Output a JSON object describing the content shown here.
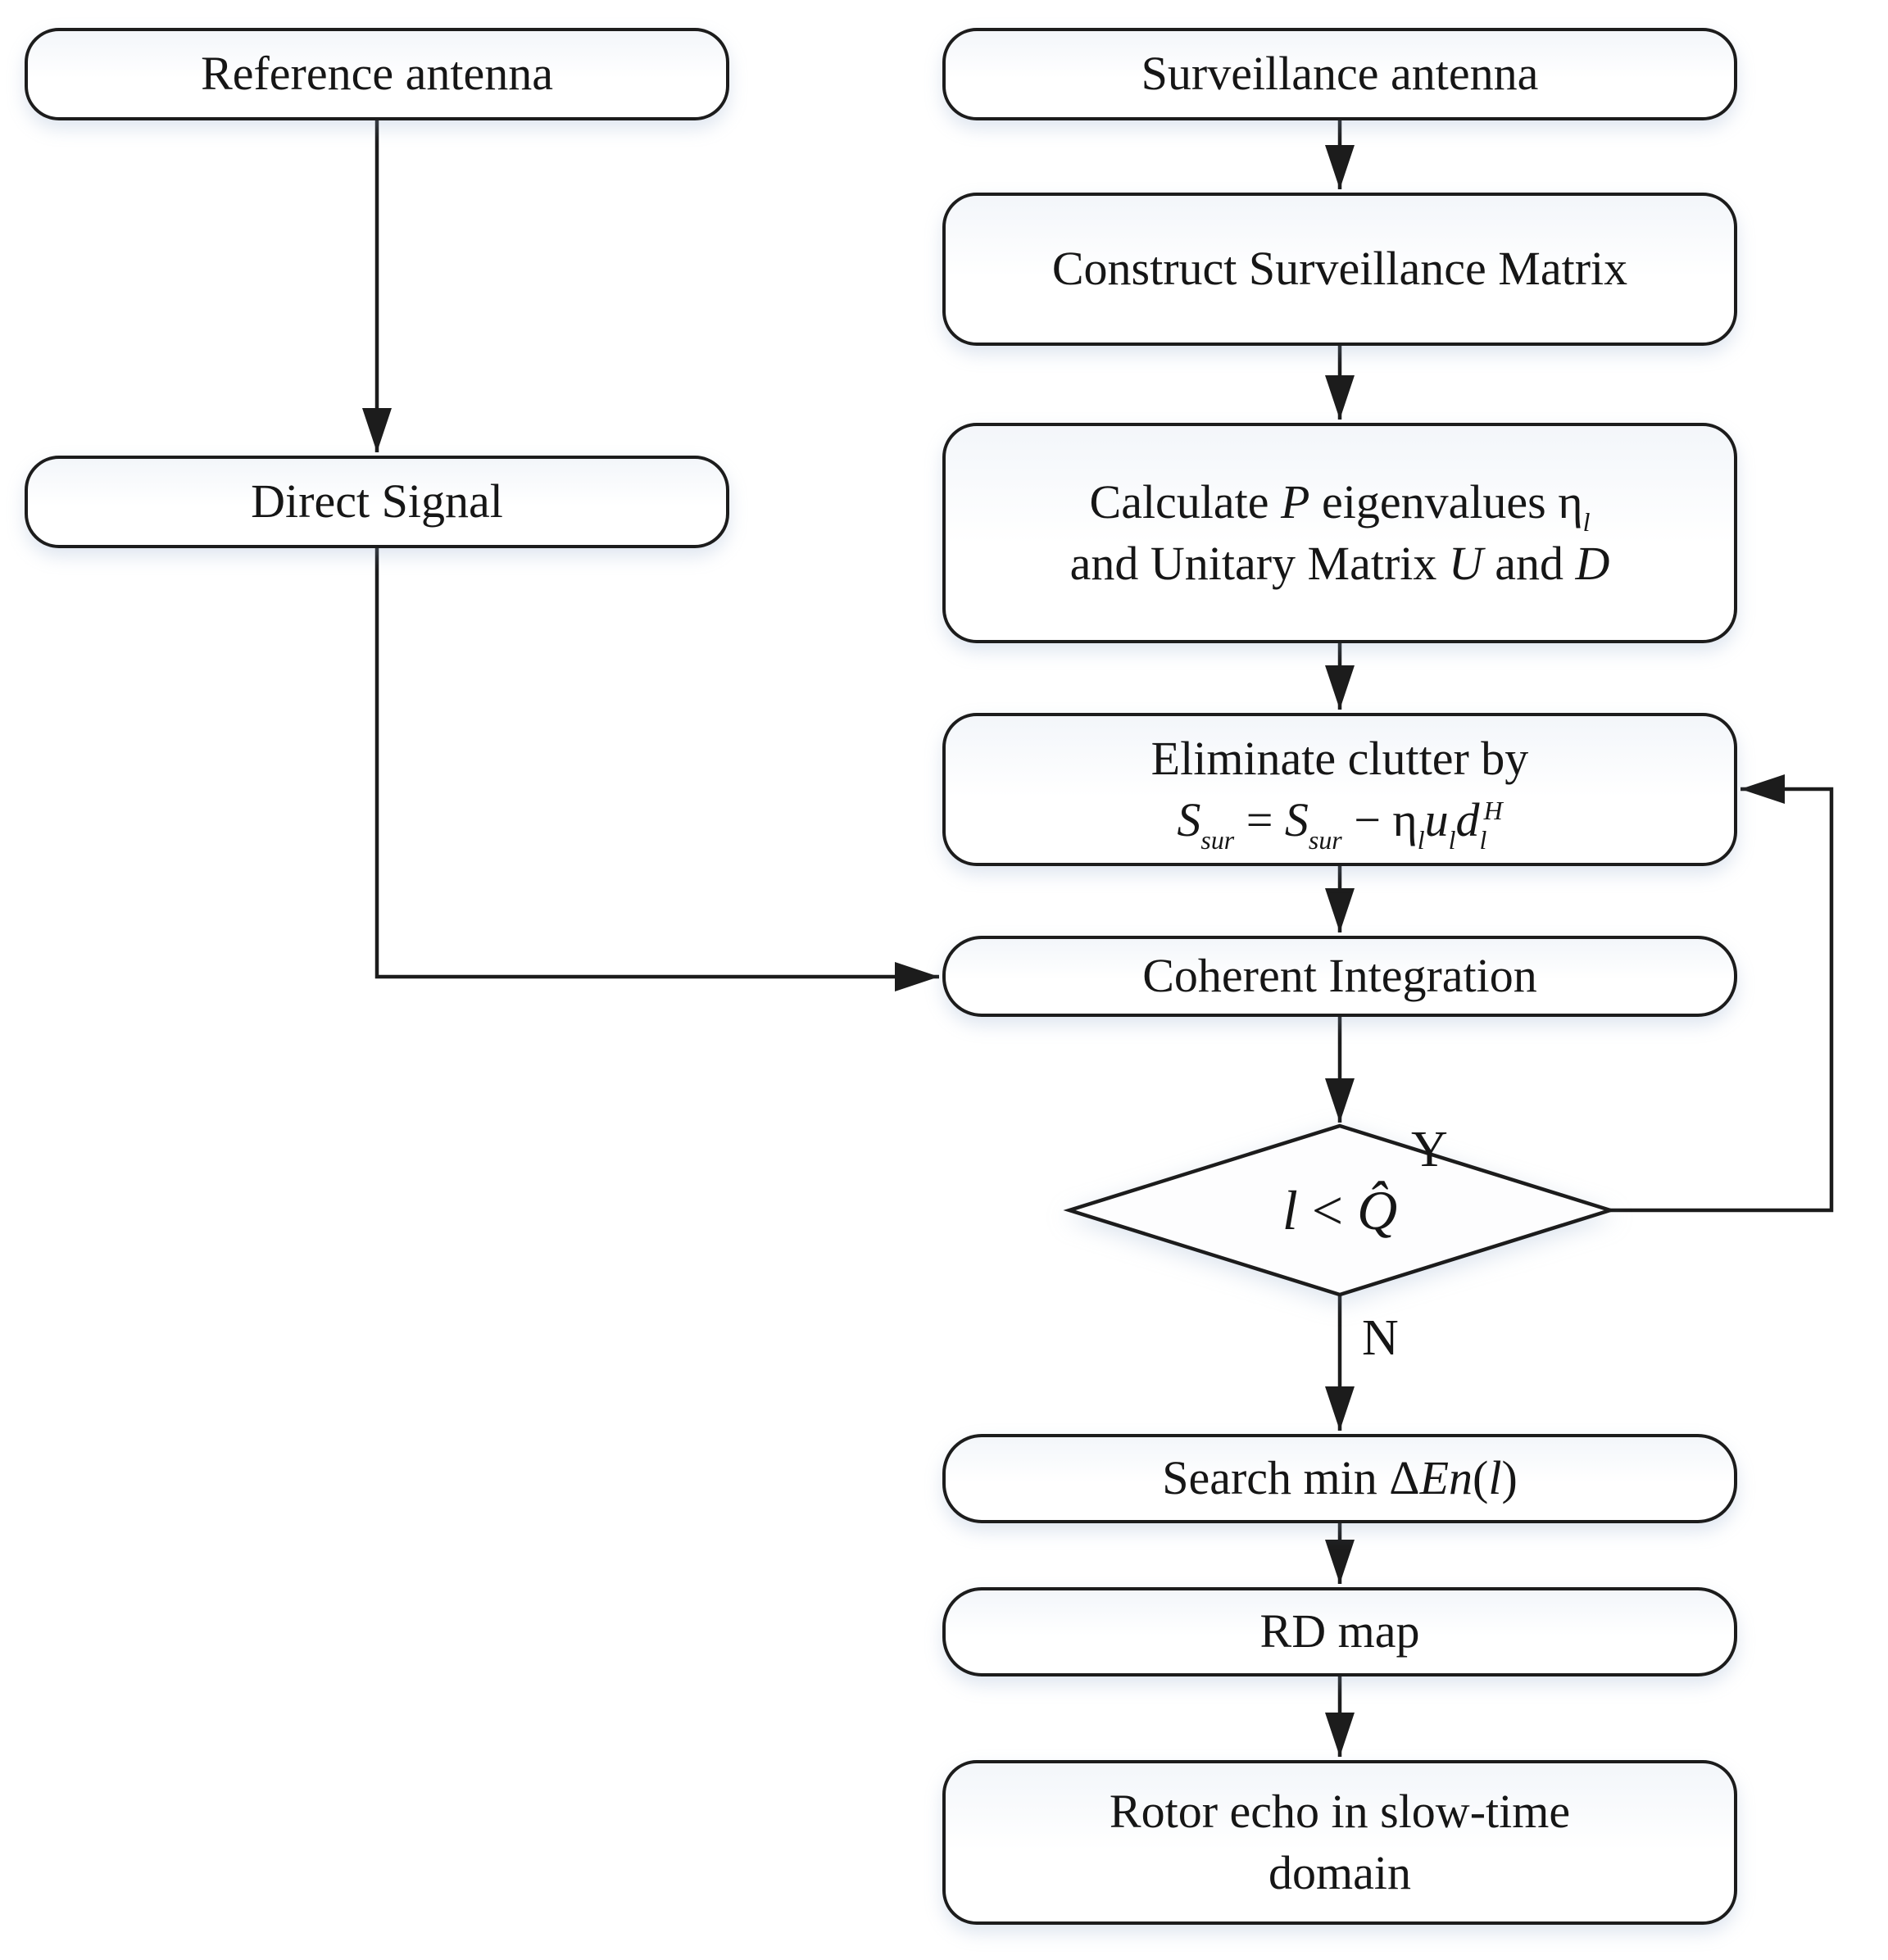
{
  "diagram": {
    "type": "flowchart",
    "colors": {
      "stroke": "#1c1c1c",
      "fill_top": "#f3f6fa",
      "fill_bottom": "#ffffff",
      "background": "#ffffff"
    },
    "nodes": {
      "reference_antenna": {
        "label": "Reference antenna"
      },
      "direct_signal": {
        "label": "Direct Signal"
      },
      "surveillance_antenna": {
        "label": "Surveillance antenna"
      },
      "construct_matrix": {
        "label": "Construct Surveillance Matrix"
      },
      "calculate_eigen": {
        "line1": [
          {
            "t": "Calculate "
          },
          {
            "t": "P",
            "i": true
          },
          {
            "t": " eigenvalues "
          },
          {
            "t": "η"
          },
          {
            "t": "l",
            "i": true,
            "s": "sub"
          }
        ],
        "line2": [
          {
            "t": "and Unitary Matrix "
          },
          {
            "t": "U",
            "i": true
          },
          {
            "t": " and "
          },
          {
            "t": "D",
            "i": true
          }
        ]
      },
      "eliminate_clutter": {
        "line1": [
          {
            "t": "Eliminate clutter by"
          }
        ],
        "line2": [
          {
            "t": "S",
            "i": true
          },
          {
            "t": "sur",
            "i": true,
            "s": "sub"
          },
          {
            "t": " = "
          },
          {
            "t": "S",
            "i": true
          },
          {
            "t": "sur",
            "i": true,
            "s": "sub"
          },
          {
            "t": " − "
          },
          {
            "t": "η"
          },
          {
            "t": "l",
            "i": true,
            "s": "sub"
          },
          {
            "t": "u",
            "i": true
          },
          {
            "t": "l",
            "i": true,
            "s": "sub"
          },
          {
            "t": "d",
            "i": true
          },
          {
            "t": "l",
            "i": true,
            "s": "sub"
          },
          {
            "t": "H",
            "i": true,
            "s": "sup"
          }
        ]
      },
      "coherent_integration": {
        "label": "Coherent Integration"
      },
      "decision": {
        "condition": [
          {
            "t": "l",
            "i": true
          },
          {
            "t": " < "
          },
          {
            "t": "Q̂",
            "i": true
          }
        ],
        "yes_label": "Y",
        "no_label": "N"
      },
      "search_min": {
        "label_tokens": [
          {
            "t": "Search min "
          },
          {
            "t": "Δ"
          },
          {
            "t": "En",
            "i": true
          },
          {
            "t": "("
          },
          {
            "t": "l",
            "i": true
          },
          {
            "t": ")"
          }
        ]
      },
      "rd_map": {
        "label": "RD map"
      },
      "rotor_echo": {
        "line1": "Rotor echo in slow-time",
        "line2": "domain"
      }
    }
  }
}
